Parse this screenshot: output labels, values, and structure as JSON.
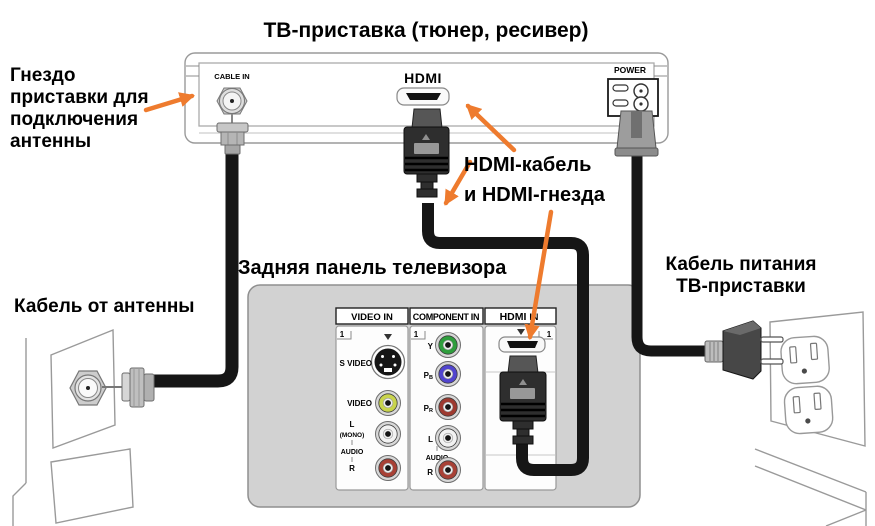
{
  "title": "ТВ-приставка (тюнер, ресивер)",
  "colors": {
    "arrow": "#ee7b2e",
    "cable": "#161616"
  },
  "callouts": {
    "antenna_socket": {
      "lines": [
        "Гнездо",
        "приставки для",
        "подключения",
        "антенны"
      ]
    },
    "antenna_cable": "Кабель от антенны",
    "hdmi": {
      "lines": [
        "HDMI-кабель",
        "и HDMI-гнезда"
      ]
    },
    "tv_back_panel": "Задняя панель телевизора",
    "power_cable": {
      "lines": [
        "Кабель питания",
        "ТВ-приставки"
      ]
    }
  },
  "set_top_box": {
    "cable_in_label": "CABLE IN",
    "hdmi_label": "HDMI",
    "power_label": "POWER"
  },
  "tv_panel": {
    "video_in": {
      "header": "VIDEO IN",
      "port_number": "1",
      "svideo_label": "S VIDEO",
      "video_label": "VIDEO",
      "audio_l_line1": "L",
      "audio_l_line2": "(MONO)",
      "audio_label": "AUDIO",
      "audio_r_label": "R",
      "video_color": "#c9d44d",
      "audio_l_color": "#f2f2f2",
      "audio_r_color": "#a84136"
    },
    "component_in": {
      "header": "COMPONENT IN",
      "port_number": "1",
      "audio_label": "AUDIO",
      "ports": [
        {
          "label": "Y",
          "sub": "",
          "color": "#2f9e3d"
        },
        {
          "label": "P",
          "sub": "B",
          "color": "#5145cf"
        },
        {
          "label": "P",
          "sub": "R",
          "color": "#9e3a30"
        },
        {
          "label": "L",
          "sub": "",
          "color": "#f2f2f2"
        },
        {
          "label": "R",
          "sub": "",
          "color": "#a84136"
        }
      ]
    },
    "hdmi_in": {
      "header_logo": "HDMI",
      "header_suffix": "IN",
      "port_number": "1"
    }
  }
}
